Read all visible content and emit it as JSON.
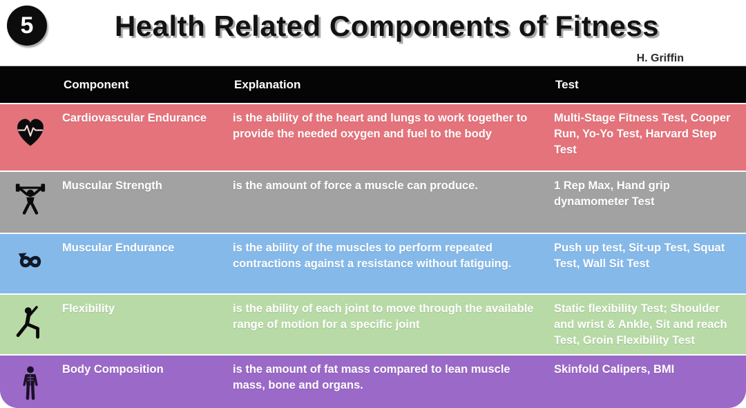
{
  "slide": {
    "number": "5",
    "title": "Health Related Components of Fitness",
    "author": "H. Griffin"
  },
  "table": {
    "headers": {
      "component": "Component",
      "explanation": "Explanation",
      "test": "Test"
    },
    "header_bg": "#050505",
    "rows": [
      {
        "icon": "heart-pulse-icon",
        "component": "Cardiovascular Endurance",
        "explanation": "is the ability of the heart and lungs to work together to provide the needed oxygen and fuel to the body",
        "test": "Multi-Stage Fitness Test, Cooper Run, Yo-Yo Test, Harvard Step Test",
        "color": "#e5737b"
      },
      {
        "icon": "weightlifter-icon",
        "component": "Muscular Strength",
        "explanation": "is the amount of force a muscle can produce.",
        "test": "1 Rep Max, Hand grip dynamometer Test",
        "color": "#a2a2a2"
      },
      {
        "icon": "infinity-icon",
        "component": "Muscular Endurance",
        "explanation": "is the ability of the muscles to perform repeated contractions against a resistance without fatiguing.",
        "test": "Push up test, Sit-up Test, Squat Test, Wall Sit Test",
        "color": "#85b9ea"
      },
      {
        "icon": "stretching-person-icon",
        "component": "Flexibility",
        "explanation": "is the ability of each joint to move through the available range of motion for a specific joint",
        "test": "Static flexibility Test; Shoulder and wrist & Ankle, Sit and reach Test, Groin Flexibility Test",
        "color": "#b8daa6"
      },
      {
        "icon": "body-figure-icon",
        "component": "Body Composition",
        "explanation": " is the amount of fat mass compared to lean muscle mass, bone and organs.",
        "test": "Skinfold Calipers, BMI",
        "color": "#9b69c8"
      }
    ]
  }
}
